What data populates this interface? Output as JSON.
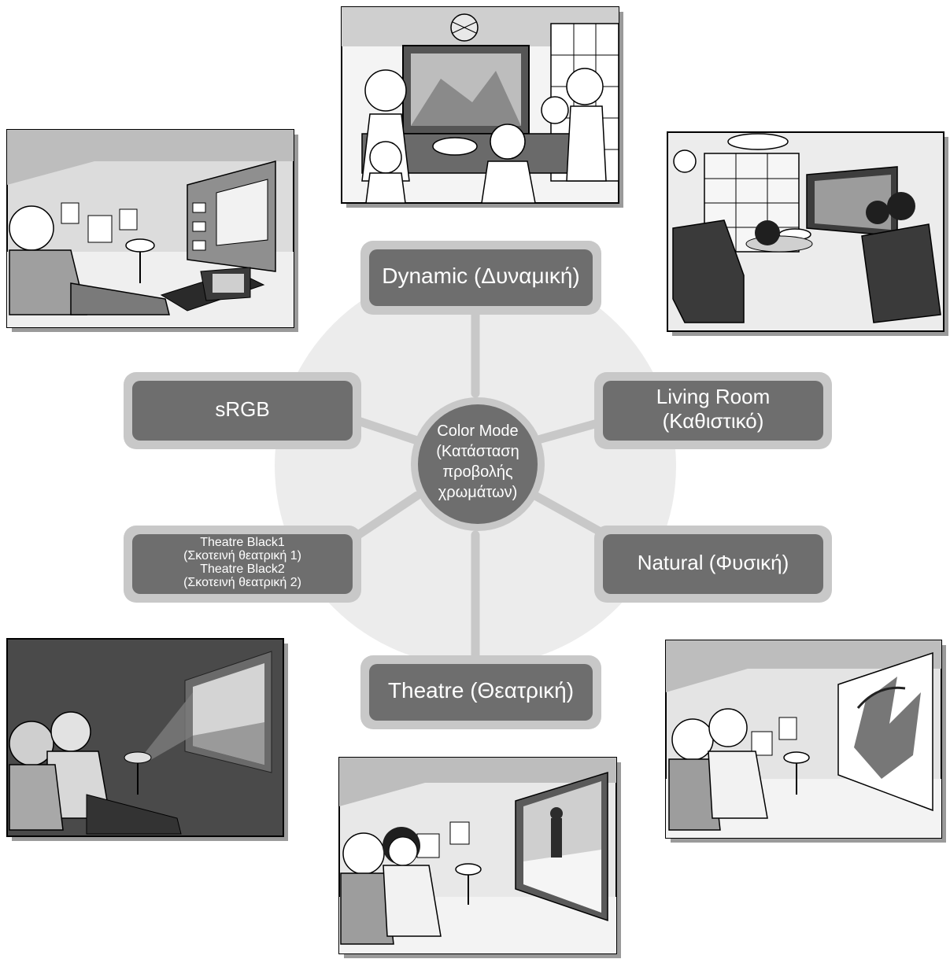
{
  "center": {
    "lines": [
      "Color Mode",
      "(Κατάσταση",
      "προβολής",
      "χρωμάτων)"
    ]
  },
  "modes": {
    "dynamic": {
      "lines": [
        "Dynamic (Δυναμική)"
      ]
    },
    "living_room": {
      "lines": [
        "Living Room",
        "(Καθιστικό)"
      ]
    },
    "natural": {
      "lines": [
        "Natural (Φυσική)"
      ]
    },
    "theatre": {
      "lines": [
        "Theatre (Θεατρική)"
      ]
    },
    "theatre_black": {
      "lines": [
        "Theatre Black1",
        "(Σκοτεινή θεατρική 1)",
        "Theatre Black2",
        "(Σκοτεινή θεατρική 2)"
      ]
    },
    "srgb": {
      "lines": [
        "sRGB"
      ]
    }
  },
  "colors": {
    "background": "#ffffff",
    "disc": "#ececec",
    "connector": "#c8c8c8",
    "box_fill": "#6e6e6e",
    "box_border": "#c8c8c8",
    "label_text": "#ffffff"
  }
}
